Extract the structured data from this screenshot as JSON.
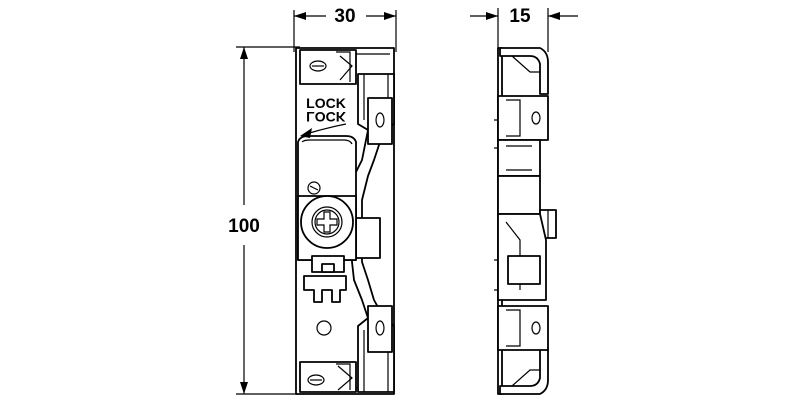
{
  "dimensions": {
    "width_label": "30",
    "depth_label": "15",
    "height_label": "100"
  },
  "lock_labels": {
    "upright": "LOCK",
    "mirrored": "LOCK"
  }
}
